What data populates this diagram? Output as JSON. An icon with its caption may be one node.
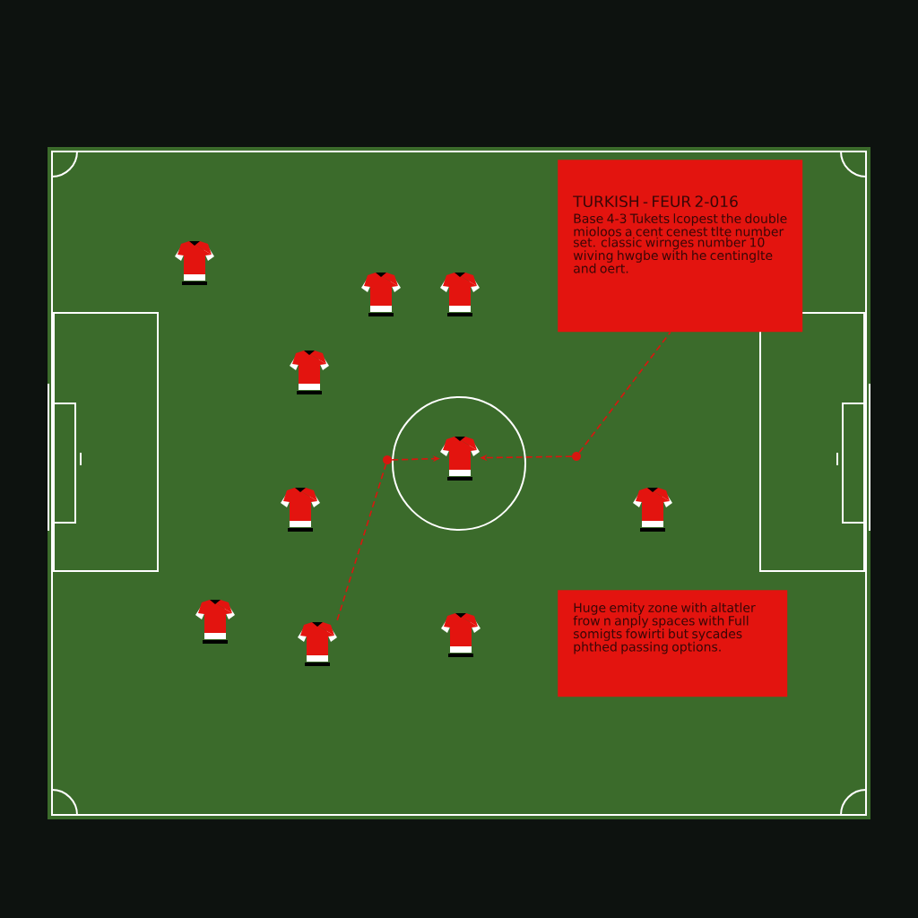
{
  "diagram": {
    "nodes": [
      {
        "text": [
          "TURKISH - FEUR 2-016",
          "Base 4-3 Tukets lcopest the double mioloos a cent cenest tlte number set. classic wirnges number 10 wiving hwgbe with he centinglte and oert."
        ]
      },
      {
        "text": [
          "Huge emity zone with altatler frow n anply spaces with Full somigts fowirti but sycades phthed passing options."
        ]
      },
      {
        "text": [],
        "shape": "picture"
      },
      {
        "text": [],
        "shape": "picture"
      },
      {
        "text": [],
        "shape": "picture"
      },
      {
        "text": [],
        "shape": "picture"
      },
      {
        "text": [],
        "shape": "picture"
      },
      {
        "text": [],
        "shape": "picture"
      },
      {
        "text": [],
        "shape": "picture"
      },
      {
        "text": [],
        "shape": "picture"
      },
      {
        "text": [],
        "shape": "picture"
      },
      {
        "text": [],
        "shape": "picture"
      },
      {
        "text": [],
        "shape": "circle"
      },
      {
        "text": [],
        "shape": "circle"
      }
    ],
    "edges": [
      {
        "from": 10,
        "to": 12,
        "arrow": "none",
        "style": "dashed"
      },
      {
        "from": 12,
        "to": 6,
        "arrow": "to",
        "style": "dashed"
      },
      {
        "from": 13,
        "to": 6,
        "arrow": "to",
        "style": "dashed"
      },
      {
        "from": 13,
        "to": 0,
        "arrow": "none",
        "style": "dashed"
      }
    ]
  }
}
